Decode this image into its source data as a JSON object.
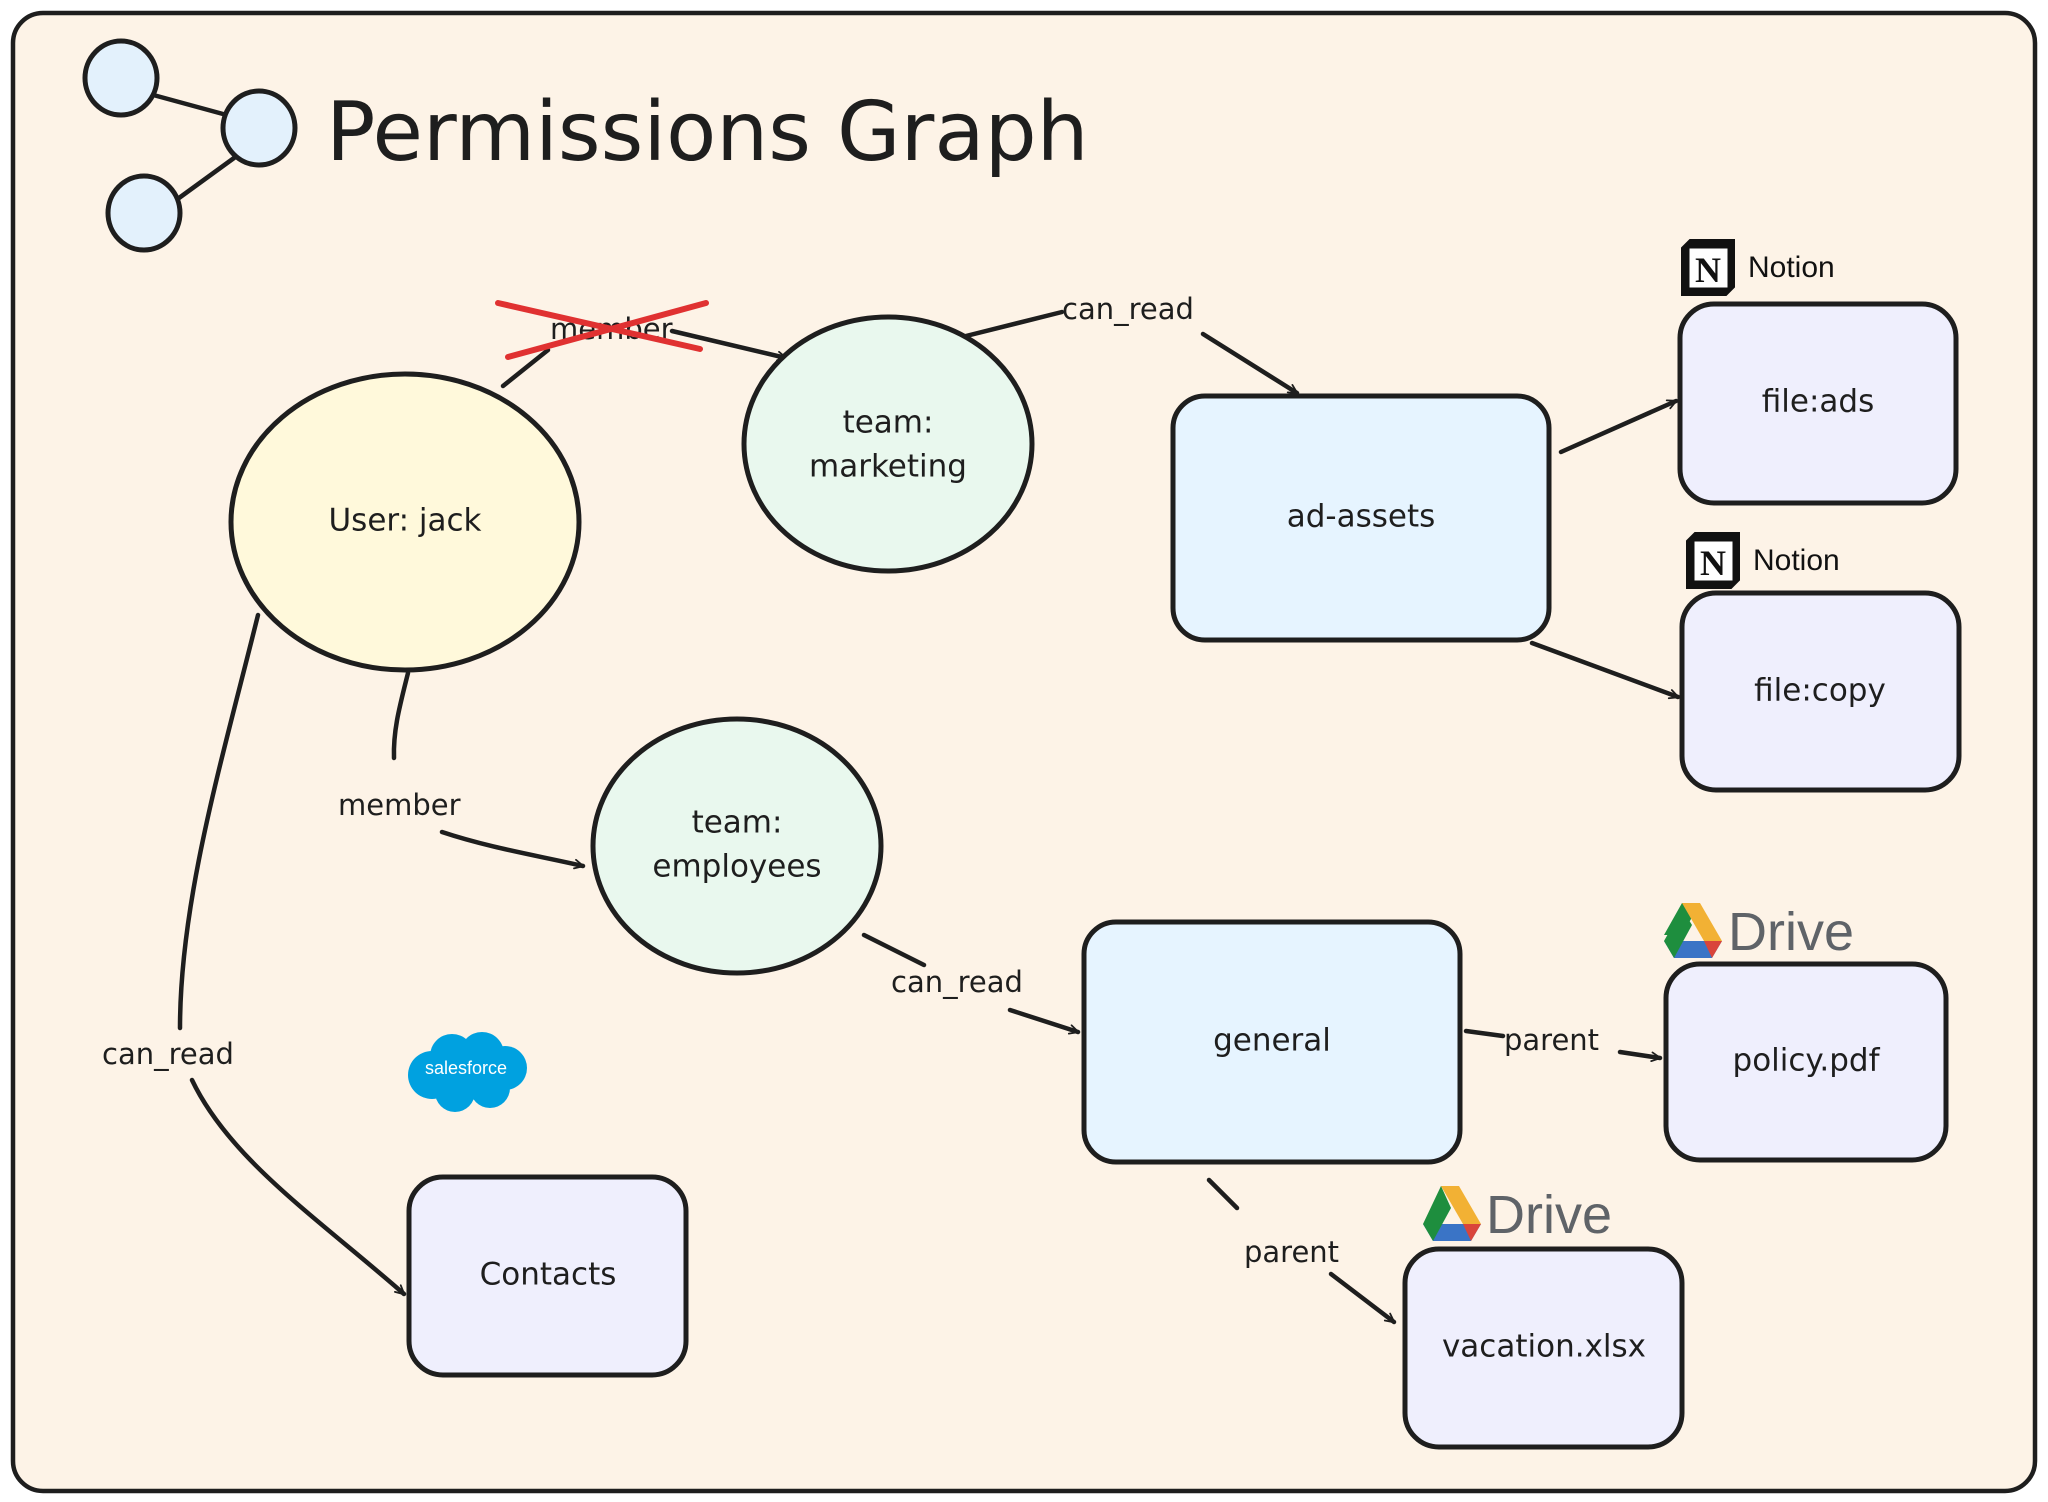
{
  "title": "Permissions Graph",
  "colors": {
    "background": "#fdf3e7",
    "frame_stroke": "#1e1e1e",
    "user_fill": "#fff9db",
    "team_fill": "#e9f8ee",
    "folder_fill": "#e6f4ff",
    "file_fill": "#efeffd",
    "logo_circle_fill": "#e3f1fc",
    "strike_red": "#e03131",
    "salesforce_blue": "#00a1e0",
    "drive_text": "#5f6368"
  },
  "nodes": {
    "user_jack": {
      "label": "User: jack",
      "shape": "ellipse"
    },
    "team_marketing": {
      "label_line1": "team:",
      "label_line2": "marketing",
      "shape": "ellipse"
    },
    "team_employees": {
      "label_line1": "team:",
      "label_line2": "employees",
      "shape": "ellipse"
    },
    "ad_assets": {
      "label": "ad-assets",
      "shape": "rounded-rect"
    },
    "file_ads": {
      "label": "file:ads",
      "shape": "rounded-rect",
      "source": "Notion"
    },
    "file_copy": {
      "label": "file:copy",
      "shape": "rounded-rect",
      "source": "Notion"
    },
    "general": {
      "label": "general",
      "shape": "rounded-rect"
    },
    "policy_pdf": {
      "label": "policy.pdf",
      "shape": "rounded-rect",
      "source": "Drive"
    },
    "vacation_xlsx": {
      "label": "vacation.xlsx",
      "shape": "rounded-rect",
      "source": "Drive"
    },
    "contacts": {
      "label": "Contacts",
      "shape": "rounded-rect",
      "source": "salesforce"
    }
  },
  "edges": [
    {
      "from": "User: jack",
      "to": "team: marketing",
      "label": "member",
      "struck_out": true
    },
    {
      "from": "team: marketing",
      "to": "ad-assets",
      "label": "can_read",
      "struck_out": false
    },
    {
      "from": "ad-assets",
      "to": "file:ads",
      "label": "",
      "struck_out": false
    },
    {
      "from": "ad-assets",
      "to": "file:copy",
      "label": "",
      "struck_out": false
    },
    {
      "from": "User: jack",
      "to": "team: employees",
      "label": "member",
      "struck_out": false
    },
    {
      "from": "team: employees",
      "to": "general",
      "label": "can_read",
      "struck_out": false
    },
    {
      "from": "general",
      "to": "policy.pdf",
      "label": "parent",
      "struck_out": false
    },
    {
      "from": "general",
      "to": "vacation.xlsx",
      "label": "parent",
      "struck_out": false
    },
    {
      "from": "User: jack",
      "to": "Contacts",
      "label": "can_read",
      "struck_out": false
    }
  ],
  "edge_labels": {
    "member_marketing": "member",
    "can_read_marketing": "can_read",
    "member_employees": "member",
    "can_read_employees": "can_read",
    "parent_policy": "parent",
    "parent_vacation": "parent",
    "can_read_contacts": "can_read"
  },
  "brands": {
    "notion_1": {
      "name": "Notion",
      "icon": "notion-icon",
      "glyph": "N"
    },
    "notion_2": {
      "name": "Notion",
      "icon": "notion-icon",
      "glyph": "N"
    },
    "drive_1": {
      "name": "Drive",
      "icon": "google-drive-icon"
    },
    "drive_2": {
      "name": "Drive",
      "icon": "google-drive-icon"
    },
    "salesforce": {
      "name": "salesforce",
      "icon": "salesforce-cloud-icon"
    }
  },
  "header_icon": "graph-nodes-icon"
}
